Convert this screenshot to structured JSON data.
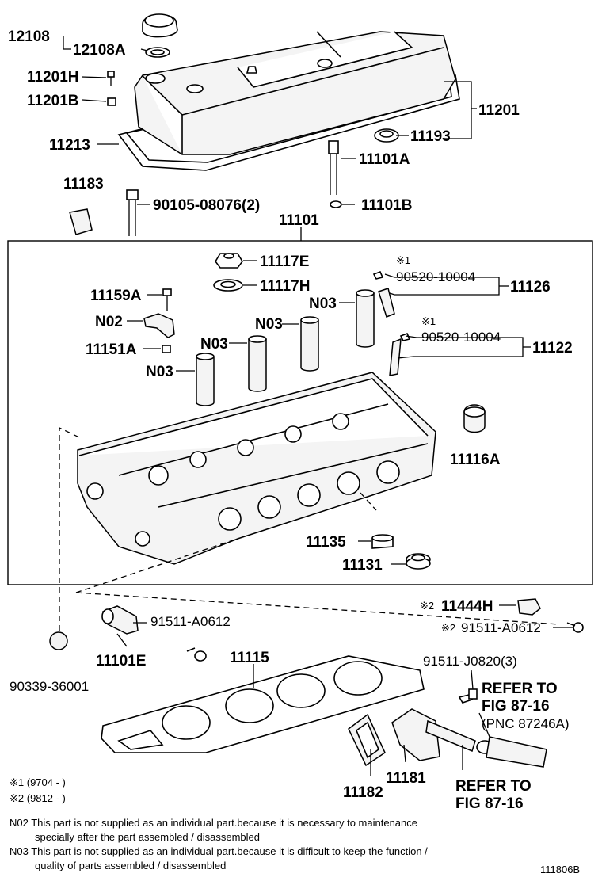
{
  "parts": {
    "p12108": "12108",
    "p12108A": "12108A",
    "p11201H": "11201H",
    "p11201B": "11201B",
    "p11201": "11201",
    "p11193": "11193",
    "p11213": "11213",
    "p11101A": "11101A",
    "p11183": "11183",
    "p90105": "90105-08076(2)",
    "p11101B": "11101B",
    "p11101": "11101",
    "p11117E": "11117E",
    "p11117H": "11117H",
    "mark1a": "※1",
    "p90520a": "90520-10004",
    "p11126": "11126",
    "p11159A": "11159A",
    "n03a": "N03",
    "n02": "N02",
    "n03b": "N03",
    "mark1b": "※1",
    "p90520b": "90520-10004",
    "p11122": "11122",
    "p11151A": "11151A",
    "n03c": "N03",
    "n03d": "N03",
    "p11116A": "11116A",
    "p11135": "11135",
    "p11131": "11131",
    "mark2a": "※2",
    "p11444H": "11444H",
    "p91511a": "91511-A0612",
    "mark2b": "※2",
    "p91511b": "91511-A0612",
    "p11101E": "11101E",
    "p11115": "11115",
    "p91511J": "91511-J0820(3)",
    "p90339": "90339-36001",
    "refer1_l1": "REFER TO",
    "refer1_l2": "FIG 87-16",
    "refer1_l3": "(PNC 87246A)",
    "refer2_l1": "REFER TO",
    "refer2_l2": "FIG 87-16",
    "p11181": "11181",
    "p11182": "11182"
  },
  "legend": {
    "m1": "※1 (9704 -        )",
    "m2": "※2 (9812 -        )"
  },
  "notes": {
    "n02_l1": "N02 This part is not supplied as an individual part.because it is necessary to maintenance",
    "n02_l2": "specially after the part assembled / disassembled",
    "n03_l1": "N03 This part is not supplied as an individual part.because it is difficult to keep the function /",
    "n03_l2": "quality of parts assembled / disassembled"
  },
  "figure_id": "111806B"
}
